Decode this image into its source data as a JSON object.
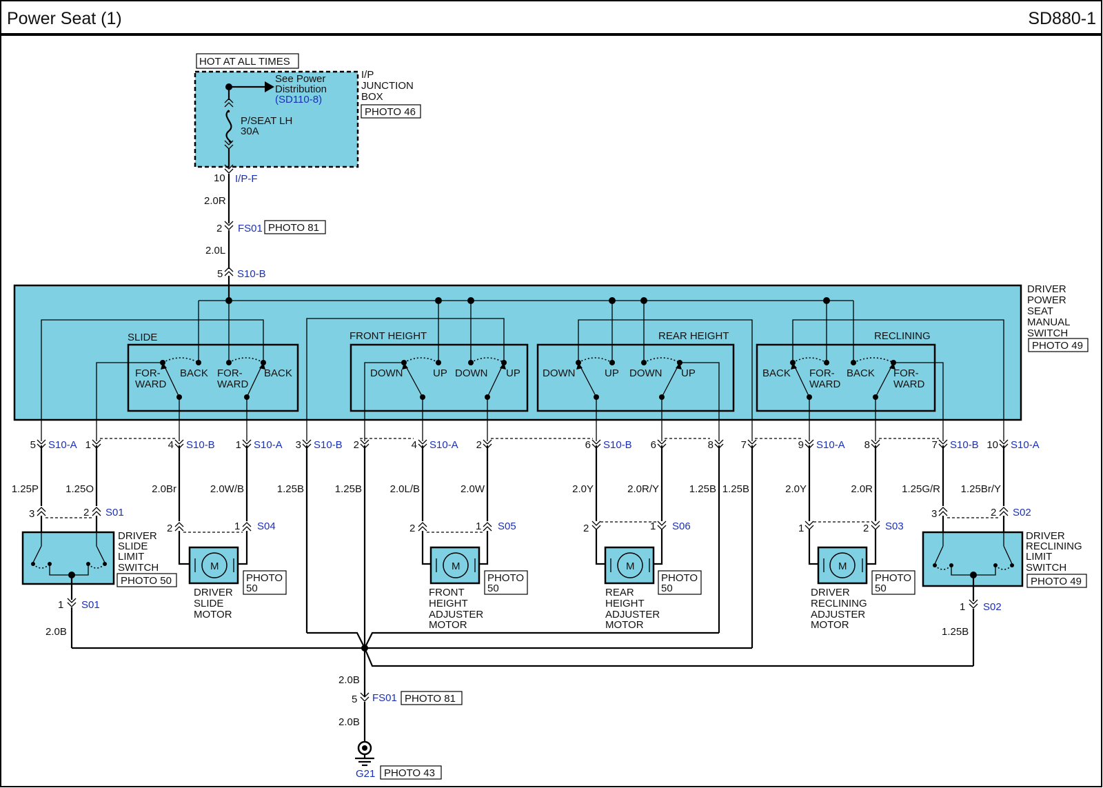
{
  "header": {
    "title": "Power Seat (1)",
    "code": "SD880-1"
  },
  "junction": {
    "hot_label": "HOT AT ALL TIMES",
    "see_line1": "See Power",
    "see_line2": "Distribution",
    "see_ref": "(SD110-8)",
    "fuse_line1": "P/SEAT LH",
    "fuse_line2": "30A",
    "name_line1": "I/P",
    "name_line2": "JUNCTION",
    "name_line3": "BOX",
    "photo": "PHOTO 46",
    "out_pin": "10",
    "out_conn": "I/P-F"
  },
  "feed": {
    "wire1": "2.0R",
    "fs_pin": "2",
    "fs_conn": "FS01",
    "fs_photo": "PHOTO 81",
    "wire2": "2.0L",
    "sw_pin": "5",
    "sw_conn": "S10-B"
  },
  "switch": {
    "name": [
      "DRIVER",
      "POWER",
      "SEAT",
      "MANUAL",
      "SWITCH"
    ],
    "photo": "PHOTO 49",
    "groups": [
      "SLIDE",
      "FRONT HEIGHT",
      "REAR HEIGHT",
      "RECLINING"
    ],
    "slide_labels": [
      "FOR-",
      "WARD",
      "BACK",
      "FOR-",
      "WARD",
      "BACK"
    ],
    "front_labels": [
      "DOWN",
      "UP",
      "DOWN",
      "UP"
    ],
    "rear_labels": [
      "DOWN",
      "UP",
      "DOWN",
      "UP"
    ],
    "recl_labels": [
      "BACK",
      "FOR-",
      "WARD",
      "BACK",
      "FOR-",
      "WARD"
    ]
  },
  "pins": [
    {
      "pin": "5",
      "conn": "S10-A",
      "wire": "1.25P"
    },
    {
      "pin": "1",
      "conn": "",
      "wire": "1.25O"
    },
    {
      "pin": "4",
      "conn": "S10-B",
      "wire": "2.0Br"
    },
    {
      "pin": "1",
      "conn": "S10-A",
      "wire": "2.0W/B"
    },
    {
      "pin": "3",
      "conn": "S10-B",
      "wire": "1.25B"
    },
    {
      "pin": "2",
      "conn": "",
      "wire": "1.25B"
    },
    {
      "pin": "4",
      "conn": "S10-A",
      "wire": "2.0L/B"
    },
    {
      "pin": "2",
      "conn": "",
      "wire": "2.0W"
    },
    {
      "pin": "6",
      "conn": "S10-B",
      "wire": "2.0Y"
    },
    {
      "pin": "6",
      "conn": "",
      "wire": "2.0R/Y"
    },
    {
      "pin": "8",
      "conn": "",
      "wire": "1.25B"
    },
    {
      "pin": "7",
      "conn": "",
      "wire": "1.25B"
    },
    {
      "pin": "9",
      "conn": "S10-A",
      "wire": "2.0Y"
    },
    {
      "pin": "8",
      "conn": "",
      "wire": "2.0R"
    },
    {
      "pin": "7",
      "conn": "S10-B",
      "wire": "1.25G/R"
    },
    {
      "pin": "10",
      "conn": "S10-A",
      "wire": "1.25Br/Y"
    }
  ],
  "components": {
    "slide_limit": {
      "pins": [
        "3",
        "2"
      ],
      "conn": "S01",
      "name": [
        "DRIVER",
        "SLIDE",
        "LIMIT",
        "SWITCH"
      ],
      "photo": "PHOTO 50",
      "gnd_pin": "1",
      "gnd_conn": "S01",
      "gnd_wire": "2.0B"
    },
    "slide_motor": {
      "pins": [
        "2",
        "1"
      ],
      "conn": "S04",
      "name": [
        "DRIVER",
        "SLIDE",
        "MOTOR"
      ],
      "photo": [
        "PHOTO",
        "50"
      ]
    },
    "front_motor": {
      "pins": [
        "2",
        "1"
      ],
      "conn": "S05",
      "name": [
        "FRONT",
        "HEIGHT",
        "ADJUSTER",
        "MOTOR"
      ],
      "photo": [
        "PHOTO",
        "50"
      ]
    },
    "rear_motor": {
      "pins": [
        "2",
        "1"
      ],
      "conn": "S06",
      "name": [
        "REAR",
        "HEIGHT",
        "ADJUSTER",
        "MOTOR"
      ],
      "photo": [
        "PHOTO",
        "50"
      ]
    },
    "recl_motor": {
      "pins": [
        "1",
        "2"
      ],
      "conn": "S03",
      "name": [
        "DRIVER",
        "RECLINING",
        "ADJUSTER",
        "MOTOR"
      ],
      "photo": [
        "PHOTO",
        "50"
      ]
    },
    "recl_limit": {
      "pins": [
        "3",
        "2"
      ],
      "conn": "S02",
      "name": [
        "DRIVER",
        "RECLINING",
        "LIMIT",
        "SWITCH"
      ],
      "photo": "PHOTO 49",
      "gnd_pin": "1",
      "gnd_conn": "S02",
      "gnd_wire": "1.25B"
    },
    "motor_symbol": "M"
  },
  "ground": {
    "wire1": "2.0B",
    "fs_pin": "5",
    "fs_conn": "FS01",
    "fs_photo": "PHOTO 81",
    "wire2": "2.0B",
    "conn": "G21",
    "photo": "PHOTO 43"
  }
}
